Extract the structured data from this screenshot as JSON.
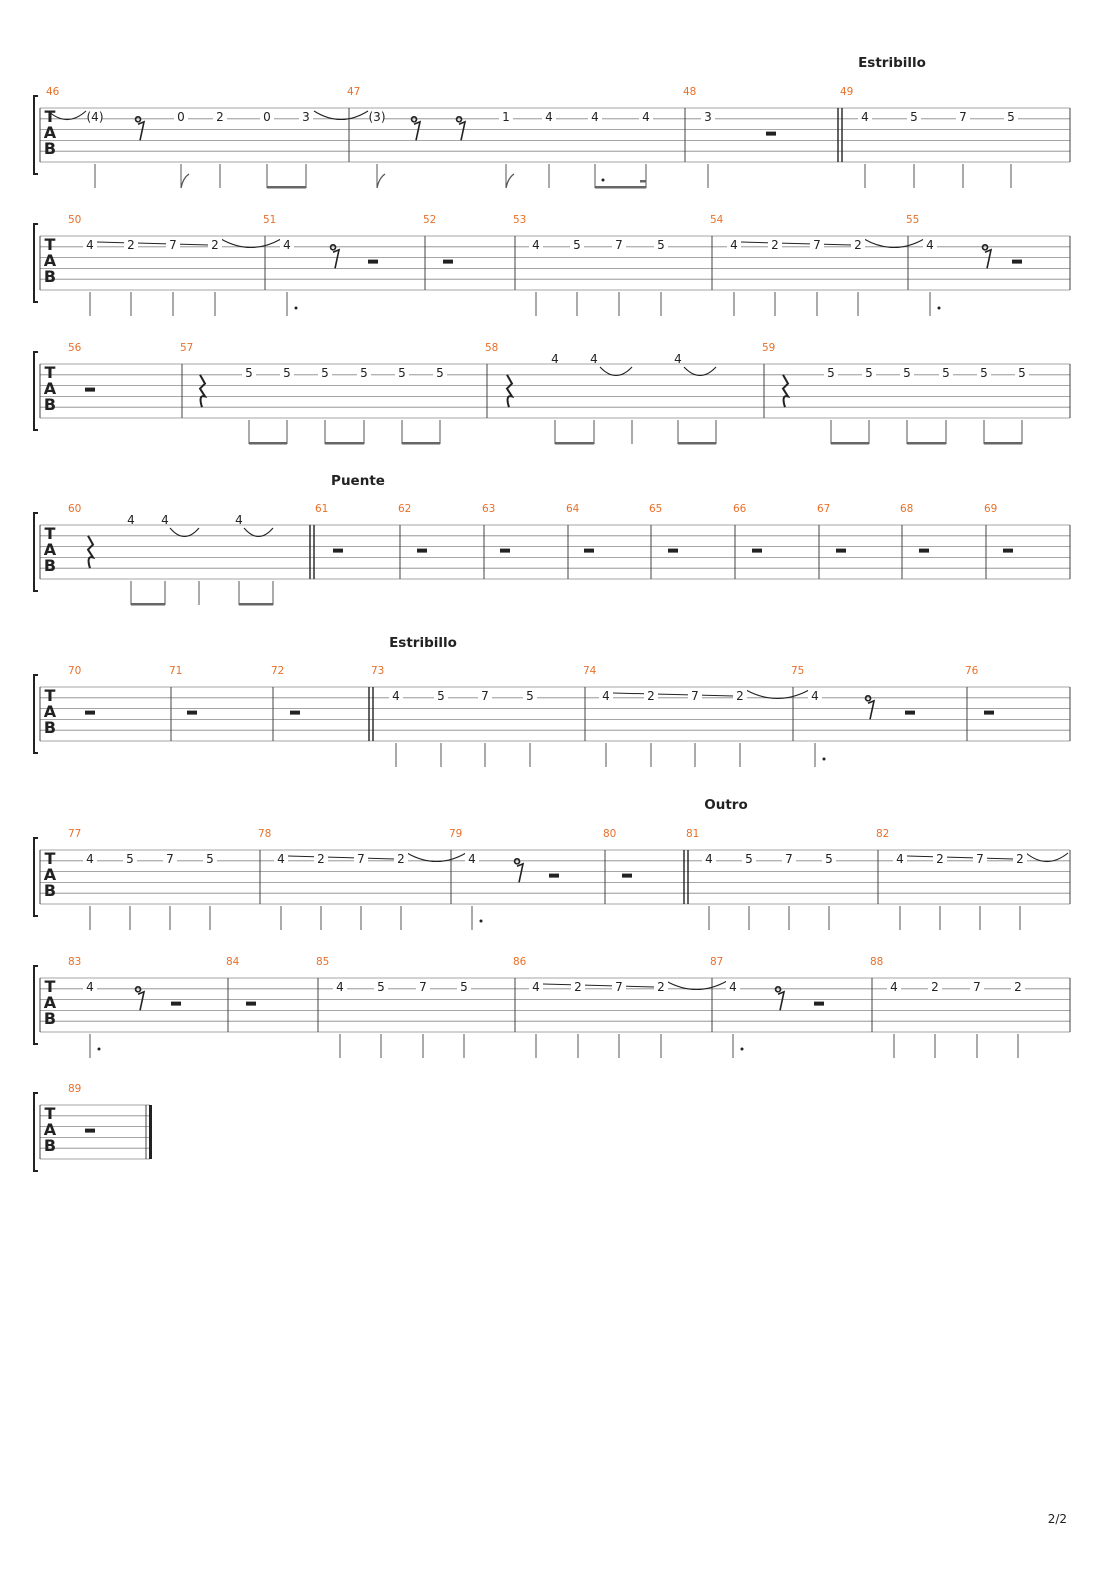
{
  "page_number": "2/2",
  "tab_clef": [
    "T",
    "A",
    "B"
  ],
  "section_labels": [
    {
      "label": "Estribillo"
    },
    {
      "label": "Puente"
    },
    {
      "label": "Estribillo"
    },
    {
      "label": "Outro"
    }
  ],
  "systems": [
    {
      "bars": [
        {
          "n": "46",
          "notes": [
            "(4)",
            "0",
            "2",
            "0",
            "3"
          ]
        },
        {
          "n": "47",
          "notes": [
            "(3)",
            "1",
            "4",
            "4",
            "4"
          ]
        },
        {
          "n": "48",
          "notes": [
            "3"
          ]
        },
        {
          "n": "49",
          "notes": [
            "4",
            "5",
            "7",
            "5"
          ]
        }
      ]
    },
    {
      "bars": [
        {
          "n": "50",
          "notes": [
            "4",
            "2",
            "7",
            "2"
          ]
        },
        {
          "n": "51",
          "notes": [
            "4"
          ]
        },
        {
          "n": "52",
          "notes": []
        },
        {
          "n": "53",
          "notes": [
            "4",
            "5",
            "7",
            "5"
          ]
        },
        {
          "n": "54",
          "notes": [
            "4",
            "2",
            "7",
            "2"
          ]
        },
        {
          "n": "55",
          "notes": [
            "4"
          ]
        }
      ]
    },
    {
      "bars": [
        {
          "n": "56",
          "notes": []
        },
        {
          "n": "57",
          "notes": [
            "5",
            "5",
            "5",
            "5",
            "5",
            "5"
          ]
        },
        {
          "n": "58",
          "notes": [
            "4",
            "4",
            "4"
          ]
        },
        {
          "n": "59",
          "notes": [
            "5",
            "5",
            "5",
            "5",
            "5",
            "5"
          ]
        }
      ]
    },
    {
      "bars": [
        {
          "n": "60",
          "notes": [
            "4",
            "4",
            "4"
          ]
        },
        {
          "n": "61",
          "notes": []
        },
        {
          "n": "62",
          "notes": []
        },
        {
          "n": "63",
          "notes": []
        },
        {
          "n": "64",
          "notes": []
        },
        {
          "n": "65",
          "notes": []
        },
        {
          "n": "66",
          "notes": []
        },
        {
          "n": "67",
          "notes": []
        },
        {
          "n": "68",
          "notes": []
        },
        {
          "n": "69",
          "notes": []
        }
      ]
    },
    {
      "bars": [
        {
          "n": "70",
          "notes": []
        },
        {
          "n": "71",
          "notes": []
        },
        {
          "n": "72",
          "notes": []
        },
        {
          "n": "73",
          "notes": [
            "4",
            "5",
            "7",
            "5"
          ]
        },
        {
          "n": "74",
          "notes": [
            "4",
            "2",
            "7",
            "2"
          ]
        },
        {
          "n": "75",
          "notes": [
            "4"
          ]
        },
        {
          "n": "76",
          "notes": []
        }
      ]
    },
    {
      "bars": [
        {
          "n": "77",
          "notes": [
            "4",
            "5",
            "7",
            "5"
          ]
        },
        {
          "n": "78",
          "notes": [
            "4",
            "2",
            "7",
            "2"
          ]
        },
        {
          "n": "79",
          "notes": [
            "4"
          ]
        },
        {
          "n": "80",
          "notes": []
        },
        {
          "n": "81",
          "notes": [
            "4",
            "5",
            "7",
            "5"
          ]
        },
        {
          "n": "82",
          "notes": [
            "4",
            "2",
            "7",
            "2"
          ]
        }
      ]
    },
    {
      "bars": [
        {
          "n": "83",
          "notes": [
            "4"
          ]
        },
        {
          "n": "84",
          "notes": []
        },
        {
          "n": "85",
          "notes": [
            "4",
            "5",
            "7",
            "5"
          ]
        },
        {
          "n": "86",
          "notes": [
            "4",
            "2",
            "7",
            "2"
          ]
        },
        {
          "n": "87",
          "notes": [
            "4"
          ]
        },
        {
          "n": "88",
          "notes": [
            "4",
            "2",
            "7",
            "2"
          ]
        }
      ]
    },
    {
      "bars": [
        {
          "n": "89",
          "notes": []
        }
      ]
    }
  ]
}
